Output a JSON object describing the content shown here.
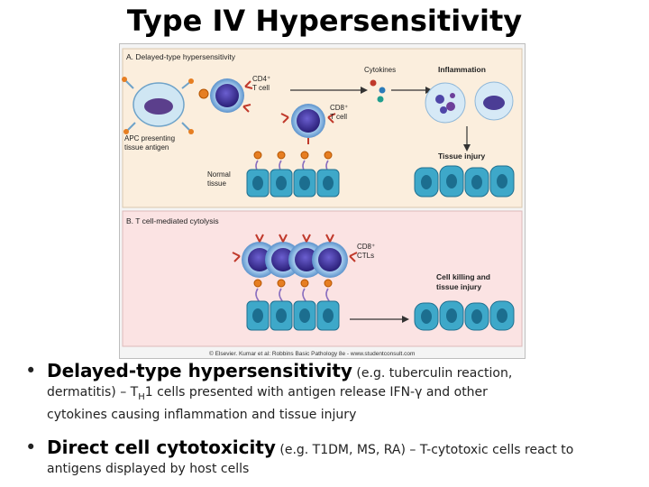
{
  "slide": {
    "title": "Type IV Hypersensitivity"
  },
  "figure": {
    "panel_a": {
      "title": "A. Delayed-type hypersensitivity",
      "labels": {
        "cd4_1": "CD4⁺",
        "cd4_2": "T cell",
        "cytokines": "Cytokines",
        "inflammation": "Inflammation",
        "cd8_1": "CD8⁺",
        "cd8_2": "T cell",
        "apc_1": "APC presenting",
        "apc_2": "tissue antigen",
        "tissue_injury": "Tissue injury",
        "normal_1": "Normal",
        "normal_2": "tissue"
      }
    },
    "panel_b": {
      "title": "B. T cell-mediated cytolysis",
      "labels": {
        "ctl_1": "CD8⁺",
        "ctl_2": "CTLs",
        "kill_1": "Cell killing and",
        "kill_2": "tissue injury"
      }
    },
    "credit": "© Elsevier. Kumar et al: Robbins Basic Pathology 8e - www.studentconsult.com",
    "colors": {
      "panel_a_bg": "#fbeedd",
      "panel_b_bg": "#fbe3e3",
      "tissue_cell": "#3ea8c9",
      "tcell": "#3b2f8f",
      "receptor": "#c0392b"
    }
  },
  "bullets": [
    {
      "lead": "Delayed-type hypersensitivity",
      "small_1": " (e.g. tuberculin reaction,",
      "small_2": "dermatitis) – T",
      "sub": "H",
      "small_3": "1 cells presented with antigen release IFN-γ and other",
      "small_4": "cytokines causing inflammation and tissue injury"
    },
    {
      "lead": "Direct cell cytotoxicity",
      "small_1": " (e.g. T1DM, MS, RA) – T-cytotoxic cells react to",
      "small_2": "antigens displayed by host cells"
    }
  ]
}
